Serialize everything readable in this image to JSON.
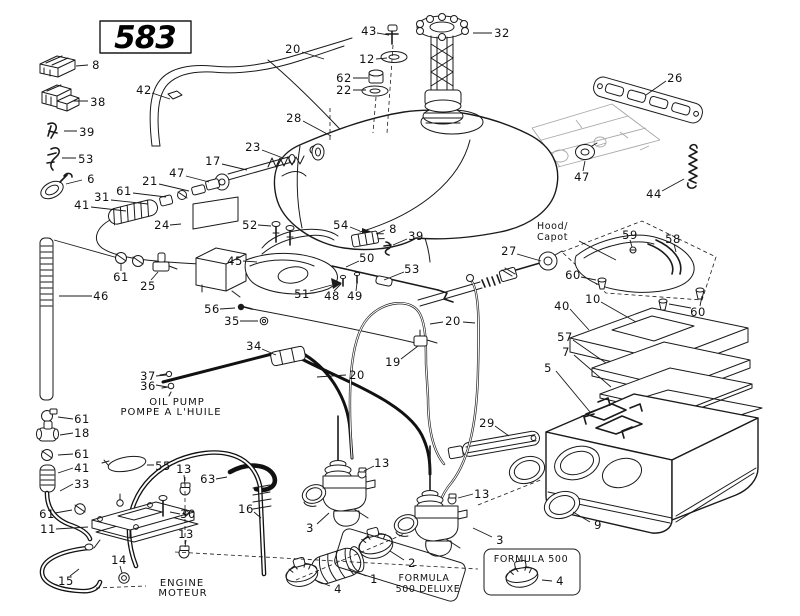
{
  "title": {
    "text": "583"
  },
  "colors": {
    "ink": "#1a1a1a",
    "background": "#ffffff",
    "faint_sketch": "#a8a8a8"
  },
  "annotations": {
    "hood_line1": "Hood/",
    "hood_line2": "Capot",
    "oil_pump_line1": "OIL PUMP",
    "oil_pump_line2": "POMPE A L'HUILE",
    "engine_line1": "ENGINE",
    "engine_line2": "MOTEUR",
    "deluxe_line1": "FORMULA",
    "deluxe_line2": "500 DELUXE",
    "formula_500": "FORMULA 500"
  },
  "labels": {
    "p8_top": {
      "text": "8"
    },
    "p38": {
      "text": "38"
    },
    "p39_top": {
      "text": "39"
    },
    "p53_top": {
      "text": "53"
    },
    "p6": {
      "text": "6"
    },
    "p42": {
      "text": "42"
    },
    "p20_top": {
      "text": "20"
    },
    "p43": {
      "text": "43"
    },
    "p12": {
      "text": "12"
    },
    "p62": {
      "text": "62"
    },
    "p22": {
      "text": "22"
    },
    "p32": {
      "text": "32"
    },
    "p26": {
      "text": "26"
    },
    "p28": {
      "text": "28"
    },
    "p23": {
      "text": "23"
    },
    "p17": {
      "text": "17"
    },
    "p47_left": {
      "text": "47"
    },
    "p21": {
      "text": "21"
    },
    "p61_a": {
      "text": "61"
    },
    "p31": {
      "text": "31"
    },
    "p41_a": {
      "text": "41"
    },
    "p24": {
      "text": "24"
    },
    "p52": {
      "text": "52"
    },
    "p54": {
      "text": "54"
    },
    "p8_mid": {
      "text": "8"
    },
    "p39_mid": {
      "text": "39"
    },
    "p45": {
      "text": "45"
    },
    "p50": {
      "text": "50"
    },
    "p53_mid": {
      "text": "53"
    },
    "p51": {
      "text": "51"
    },
    "p48": {
      "text": "48"
    },
    "p49": {
      "text": "49"
    },
    "p56": {
      "text": "56"
    },
    "p35": {
      "text": "35"
    },
    "p27": {
      "text": "27"
    },
    "p47_right": {
      "text": "47"
    },
    "p44": {
      "text": "44"
    },
    "p59": {
      "text": "59"
    },
    "p58": {
      "text": "58"
    },
    "p60_left": {
      "text": "60"
    },
    "p60_right": {
      "text": "60"
    },
    "p10": {
      "text": "10"
    },
    "p40": {
      "text": "40"
    },
    "p57": {
      "text": "57"
    },
    "p7": {
      "text": "7"
    },
    "p5": {
      "text": "5"
    },
    "p46": {
      "text": "46"
    },
    "p61_b": {
      "text": "61"
    },
    "p25": {
      "text": "25"
    },
    "p61_c": {
      "text": "61"
    },
    "p18": {
      "text": "18"
    },
    "p61_d": {
      "text": "61"
    },
    "p41_b": {
      "text": "41"
    },
    "p33": {
      "text": "33"
    },
    "p34": {
      "text": "34"
    },
    "p37": {
      "text": "37"
    },
    "p36": {
      "text": "36"
    },
    "p19": {
      "text": "19"
    },
    "p20_mid": {
      "text": "20"
    },
    "p20_right": {
      "text": "20"
    },
    "p55": {
      "text": "55"
    },
    "p13_a": {
      "text": "13"
    },
    "p63": {
      "text": "63"
    },
    "p61_e": {
      "text": "61"
    },
    "p30": {
      "text": "30"
    },
    "p11": {
      "text": "11"
    },
    "p13_b": {
      "text": "13"
    },
    "p14": {
      "text": "14"
    },
    "p15": {
      "text": "15"
    },
    "p16": {
      "text": "16"
    },
    "p13_c": {
      "text": "13"
    },
    "p13_d": {
      "text": "13"
    },
    "p3_a": {
      "text": "3"
    },
    "p3_b": {
      "text": "3"
    },
    "p2": {
      "text": "2"
    },
    "p1": {
      "text": "1"
    },
    "p4_a": {
      "text": "4"
    },
    "p29": {
      "text": "29"
    },
    "p9": {
      "text": "9"
    },
    "p4_b": {
      "text": "4"
    }
  }
}
